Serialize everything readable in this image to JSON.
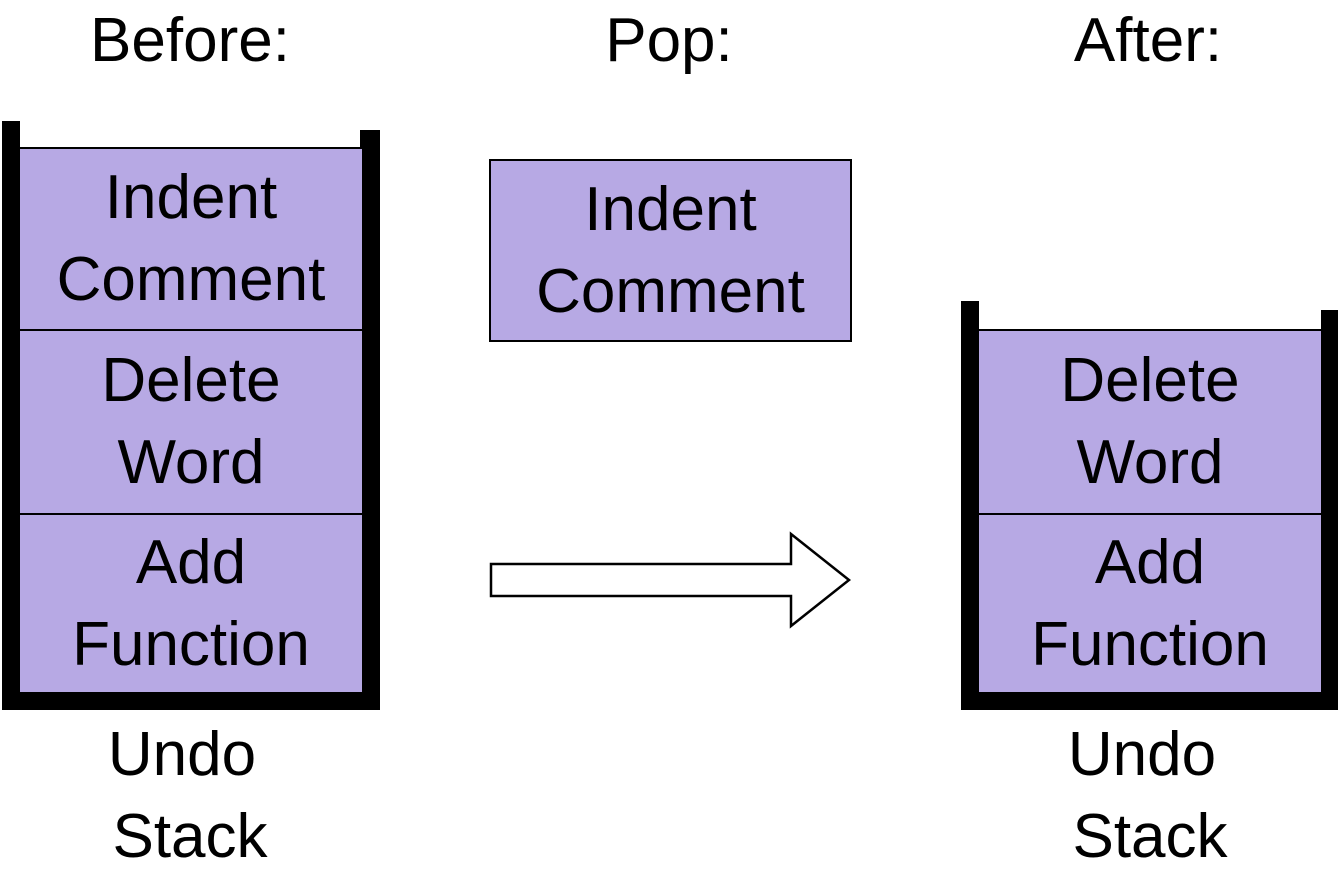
{
  "headings": {
    "before": "Before:",
    "pop": "Pop:",
    "after": "After:"
  },
  "before_stack": {
    "items": [
      {
        "line1": "Indent",
        "line2": "Comment"
      },
      {
        "line1": "Delete",
        "line2": "Word"
      },
      {
        "line1": "Add",
        "line2": "Function"
      }
    ],
    "caption_line1": "Undo",
    "caption_line2": "Stack"
  },
  "popped_item": {
    "line1": "Indent",
    "line2": "Comment"
  },
  "after_stack": {
    "items": [
      {
        "line1": "Delete",
        "line2": "Word"
      },
      {
        "line1": "Add",
        "line2": "Function"
      }
    ],
    "caption_line1": "Undo",
    "caption_line2": "Stack"
  },
  "colors": {
    "block_fill": "#b7a9e4",
    "outline": "#000000",
    "arrow_fill": "#ffffff"
  }
}
